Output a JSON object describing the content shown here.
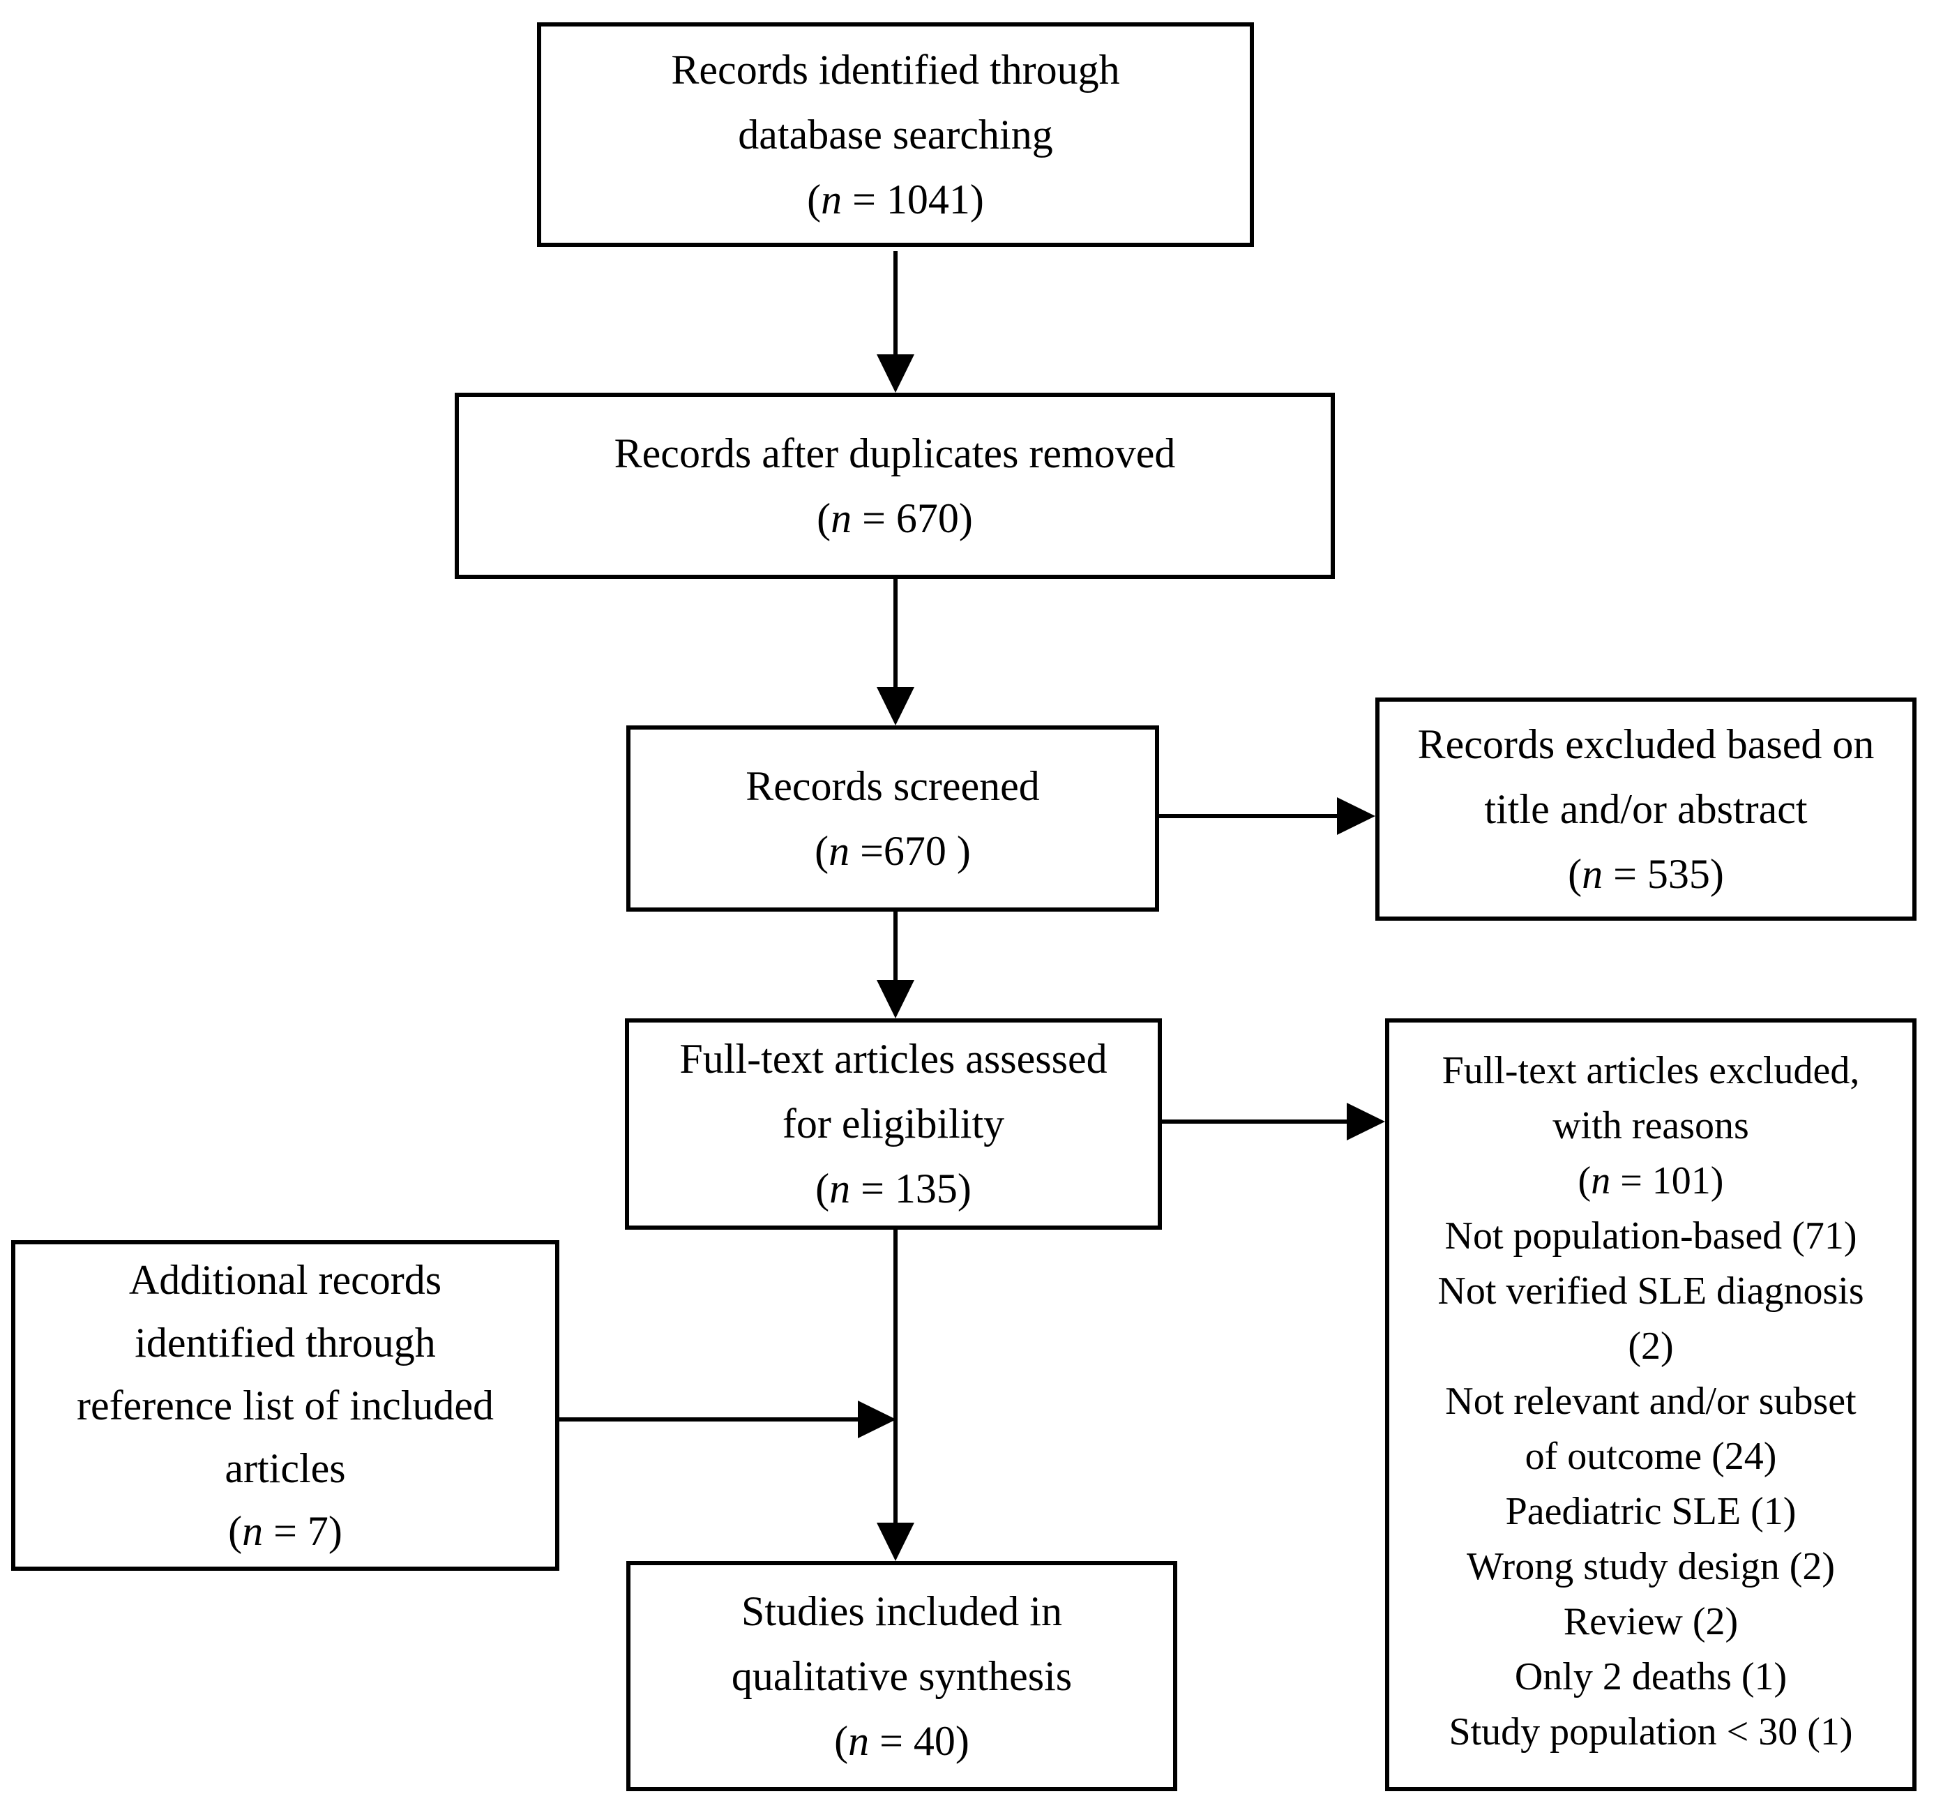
{
  "colors": {
    "background": "#ffffff",
    "line": "#000000",
    "text": "#000000"
  },
  "boxes": {
    "identified": {
      "lines": [
        "Records identified through",
        "database searching"
      ],
      "count": {
        "open": "(",
        "var": "n",
        "rest": " = 1041)"
      }
    },
    "deduplicated": {
      "lines": [
        "Records after duplicates removed"
      ],
      "count": {
        "open": "(",
        "var": "n",
        "rest": " = 670)"
      }
    },
    "screened": {
      "lines": [
        "Records screened"
      ],
      "count": {
        "open": "(",
        "var": "n",
        "rest": " =670 )"
      }
    },
    "excluded_title_abstract": {
      "lines": [
        "Records excluded based on",
        "title and/or abstract"
      ],
      "count": {
        "open": "(",
        "var": "n",
        "rest": " = 535)"
      }
    },
    "fulltext_assessed": {
      "lines": [
        "Full-text articles assessed",
        "for eligibility"
      ],
      "count": {
        "open": "(",
        "var": "n",
        "rest": " = 135)"
      }
    },
    "fulltext_excluded": {
      "lines": [
        "Full-text articles excluded,",
        "with reasons"
      ],
      "count": {
        "open": "(",
        "var": "n",
        "rest": " = 101)"
      },
      "reasons": [
        "Not population-based (71)",
        "Not verified SLE diagnosis",
        "(2)",
        "Not relevant and/or subset",
        "of outcome (24)",
        "Paediatric SLE (1)",
        "Wrong study design (2)",
        "Review (2)",
        "Only 2 deaths (1)",
        "Study population < 30 (1)"
      ]
    },
    "additional_records": {
      "lines": [
        "Additional records",
        "identified through",
        "reference list of included",
        "articles"
      ],
      "count": {
        "open": "(",
        "var": "n",
        "rest": " = 7)"
      }
    },
    "included_qualitative": {
      "lines": [
        "Studies included in",
        "qualitative synthesis"
      ],
      "count": {
        "open": "(",
        "var": "n",
        "rest": " = 40)"
      }
    }
  }
}
